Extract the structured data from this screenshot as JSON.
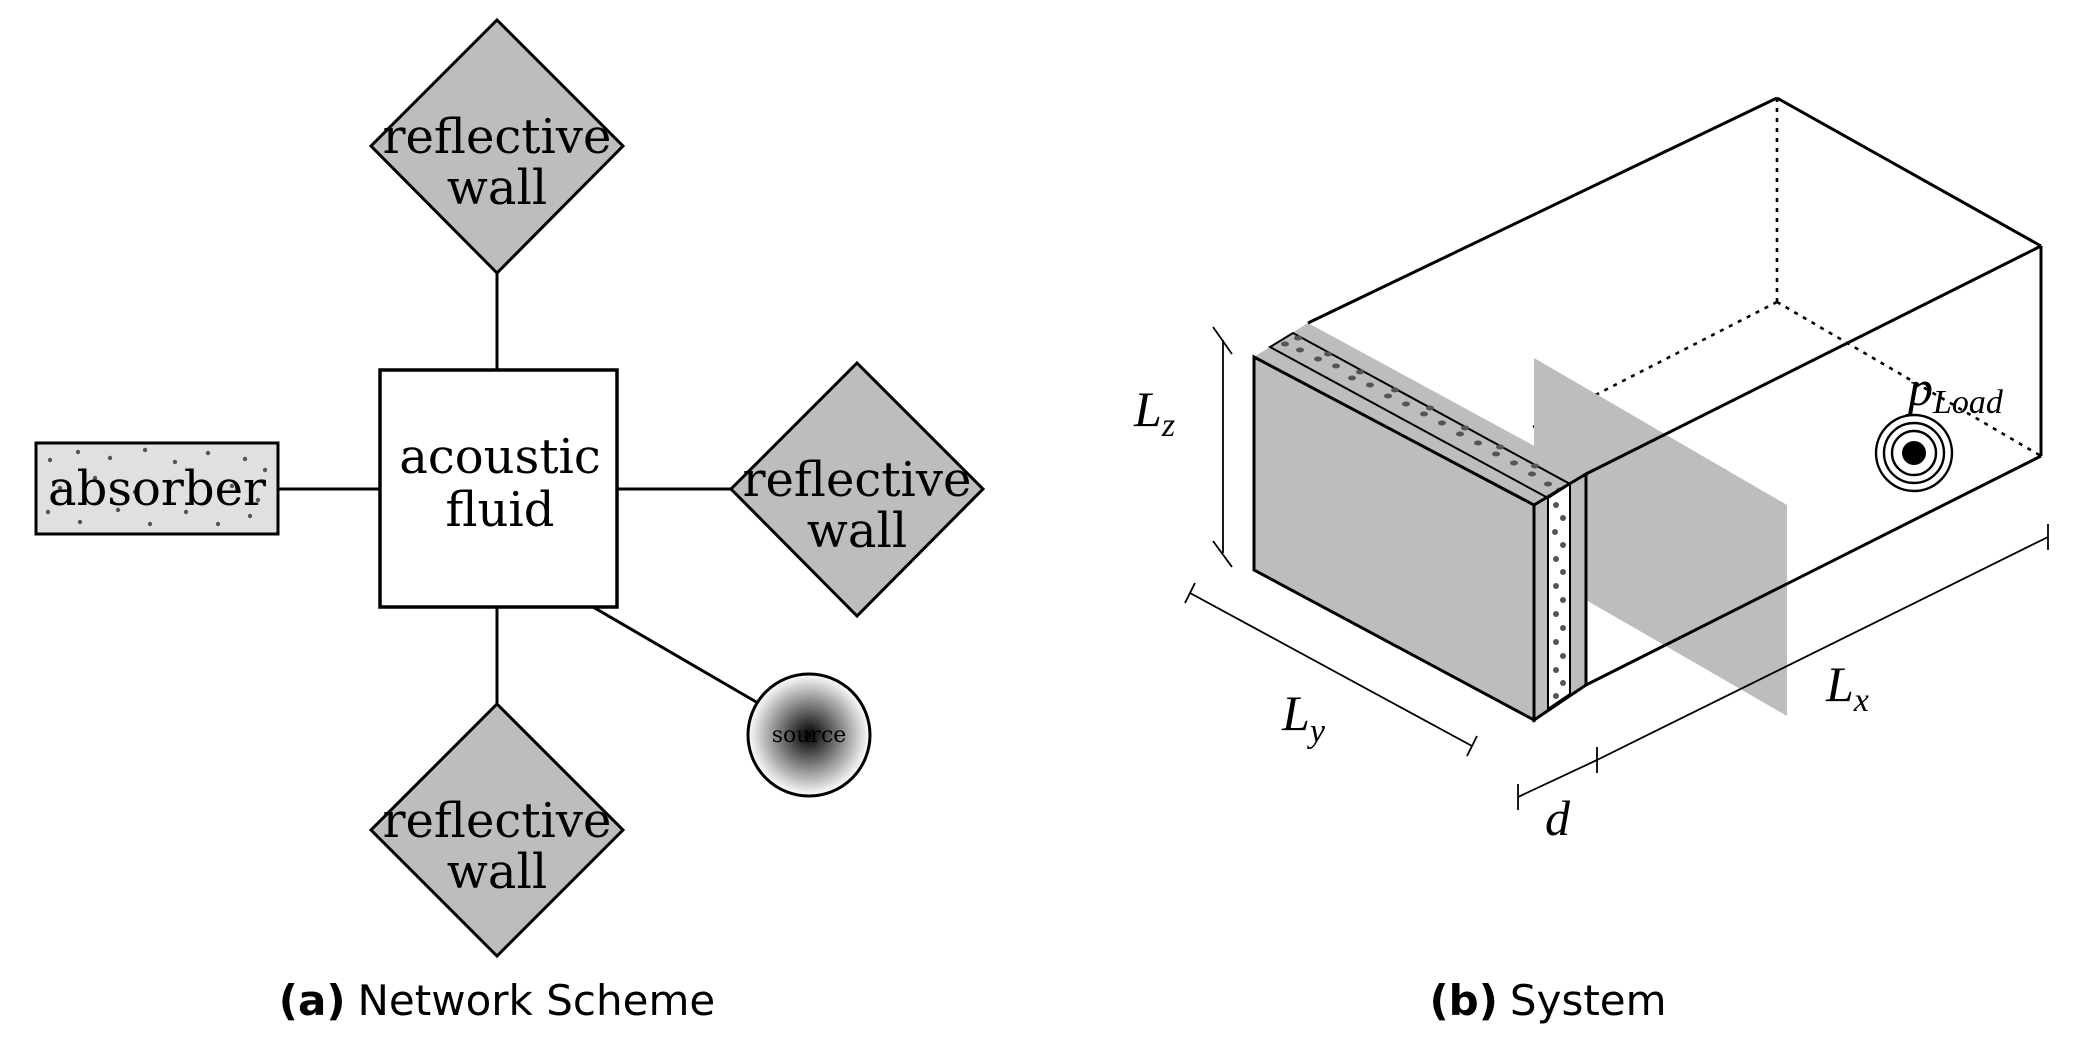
{
  "panel_a": {
    "nodes": {
      "acoustic_fluid": [
        "acoustic",
        "fluid"
      ],
      "wall_top": [
        "reflective",
        "wall"
      ],
      "wall_right": [
        "reflective",
        "wall"
      ],
      "wall_bottom": [
        "reflective",
        "wall"
      ],
      "absorber": "absorber",
      "source": "source"
    },
    "caption": {
      "tag": "(a)",
      "text": "Network Scheme"
    }
  },
  "panel_b": {
    "labels": {
      "Lz": {
        "base": "L",
        "sub": "z"
      },
      "Ly": {
        "base": "L",
        "sub": "y"
      },
      "Lx": {
        "base": "L",
        "sub": "x"
      },
      "d": "d",
      "pload": {
        "base": "p",
        "sub": "Load"
      }
    },
    "caption": {
      "tag": "(b)",
      "text": "System"
    }
  },
  "colors": {
    "wall_fill": "#bdbdbd",
    "absorber_fill": "#e0e0e0",
    "stroke": "#000000",
    "dots": "#555555"
  }
}
